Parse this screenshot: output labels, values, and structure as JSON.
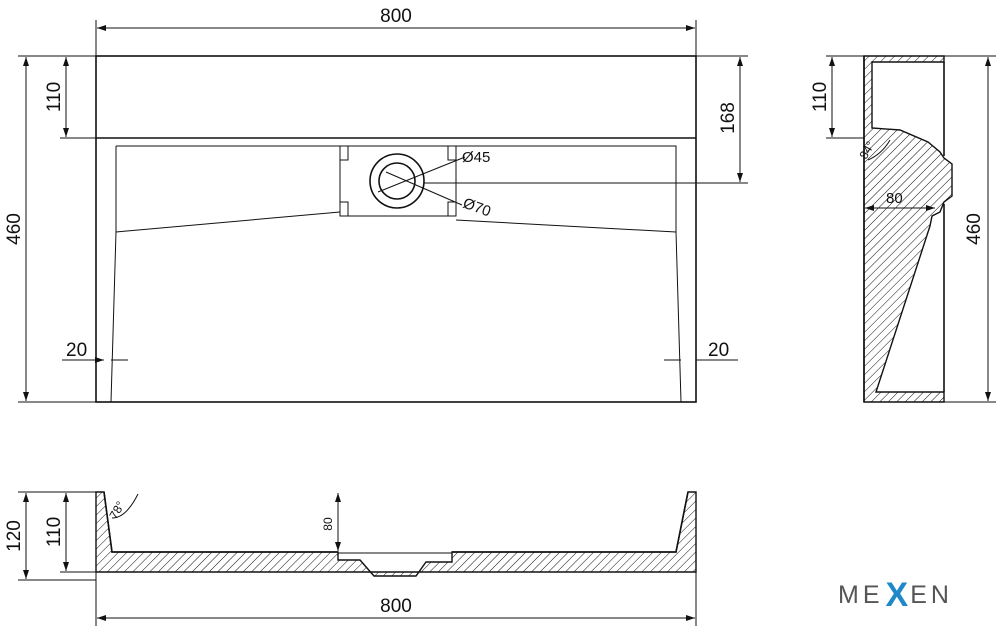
{
  "top_view": {
    "width": "800",
    "height": "460",
    "rim": "110",
    "drain_offset": "168",
    "drain_inner": "Ø45",
    "drain_outer": "Ø70",
    "wall_left": "20",
    "wall_right": "20"
  },
  "side_view": {
    "rim": "110",
    "angle": "84°",
    "depth": "80",
    "height": "460"
  },
  "front_view": {
    "height_total": "120",
    "height_inner": "110",
    "angle": "78°",
    "depth": "80",
    "width": "800"
  },
  "logo": {
    "left": "ME",
    "x": "X",
    "right": "EN",
    "accent": "#1e88c8"
  }
}
